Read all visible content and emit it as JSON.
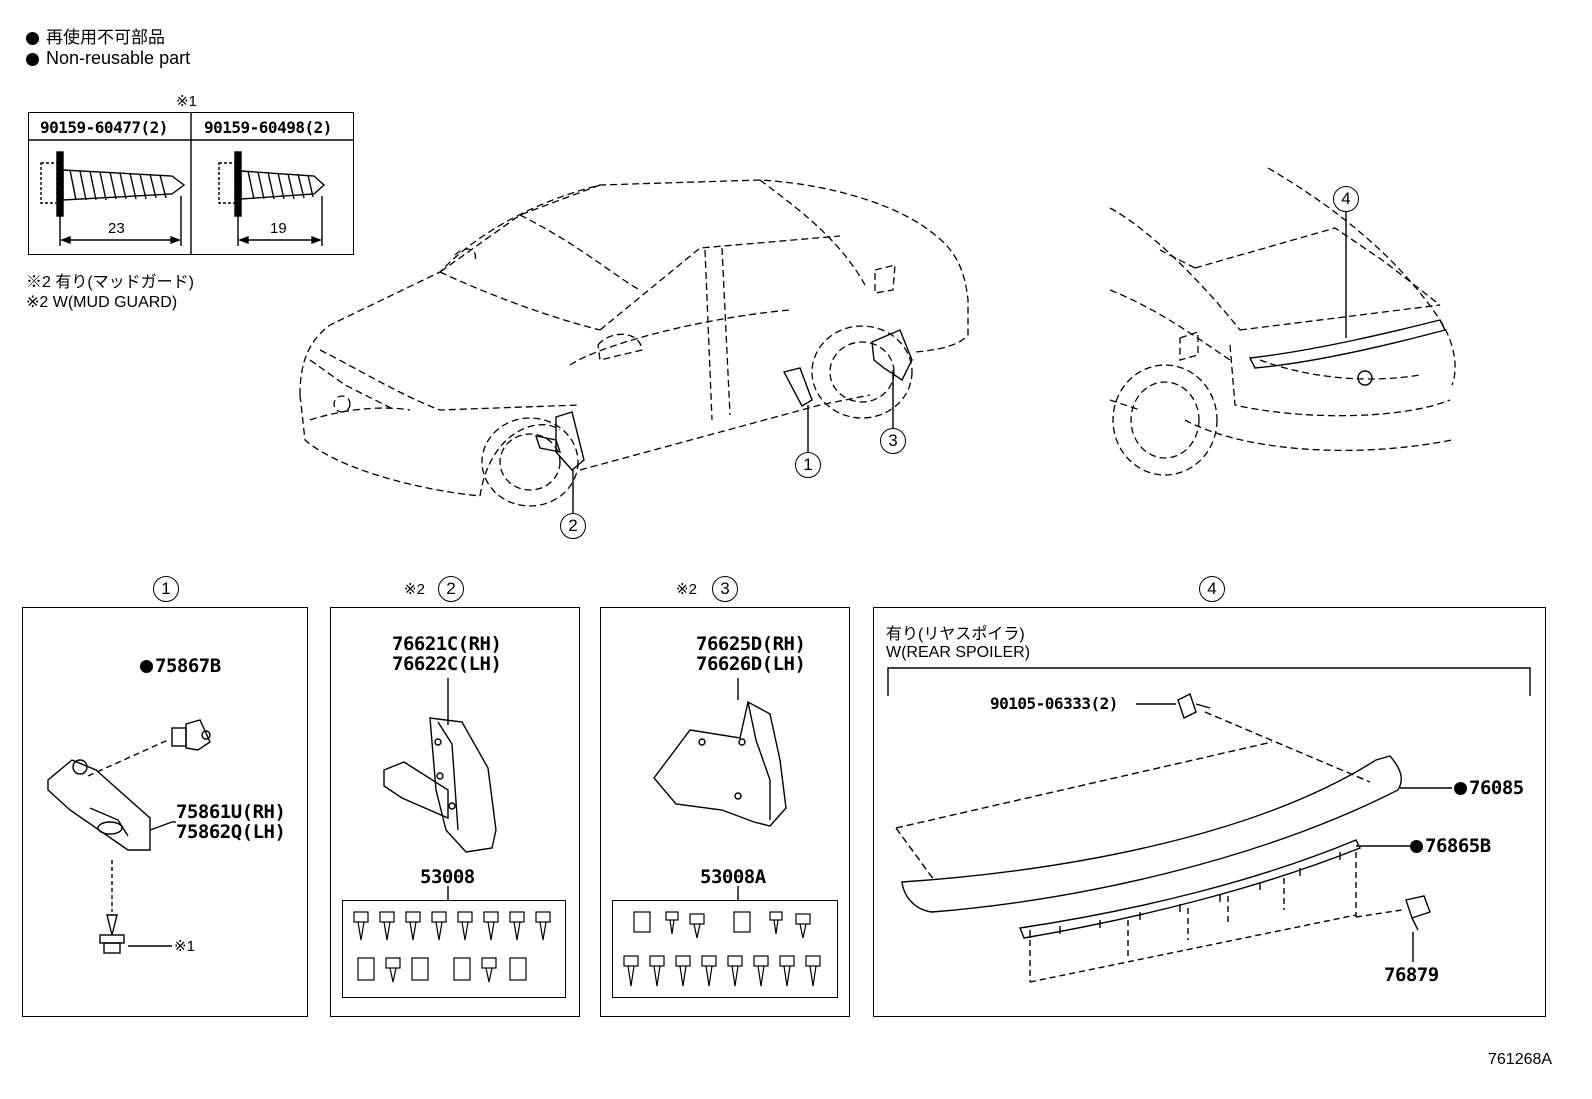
{
  "legend": {
    "jp": "再使用不可部品",
    "en": "Non-reusable part"
  },
  "note1_mark": "※1",
  "screws": [
    {
      "part": "90159-60477(2)",
      "length": "23"
    },
    {
      "part": "90159-60498(2)",
      "length": "19"
    }
  ],
  "note2": {
    "jp": "※2 有り(マッドガード)",
    "en": "※2 W(MUD GUARD)"
  },
  "callouts": {
    "c1": "1",
    "c2": "2",
    "c3": "3",
    "c4": "4"
  },
  "note2_mark": "※2",
  "panel1": {
    "nonreuse_part": "75867B",
    "part_rh": "75861U(RH)",
    "part_lh": "75862Q(LH)",
    "screw_ref": "※1"
  },
  "panel2": {
    "part_rh": "76621C(RH)",
    "part_lh": "76622C(LH)",
    "kit": "53008"
  },
  "panel3": {
    "part_rh": "76625D(RH)",
    "part_lh": "76626D(LH)",
    "kit": "53008A"
  },
  "panel4": {
    "cond_jp": "有り(リヤスポイラ)",
    "cond_en": "W(REAR SPOILER)",
    "screw": "90105-06333(2)",
    "spoiler": "76085",
    "seal": "76865B",
    "clip": "76879"
  },
  "figure_id": "761268A"
}
